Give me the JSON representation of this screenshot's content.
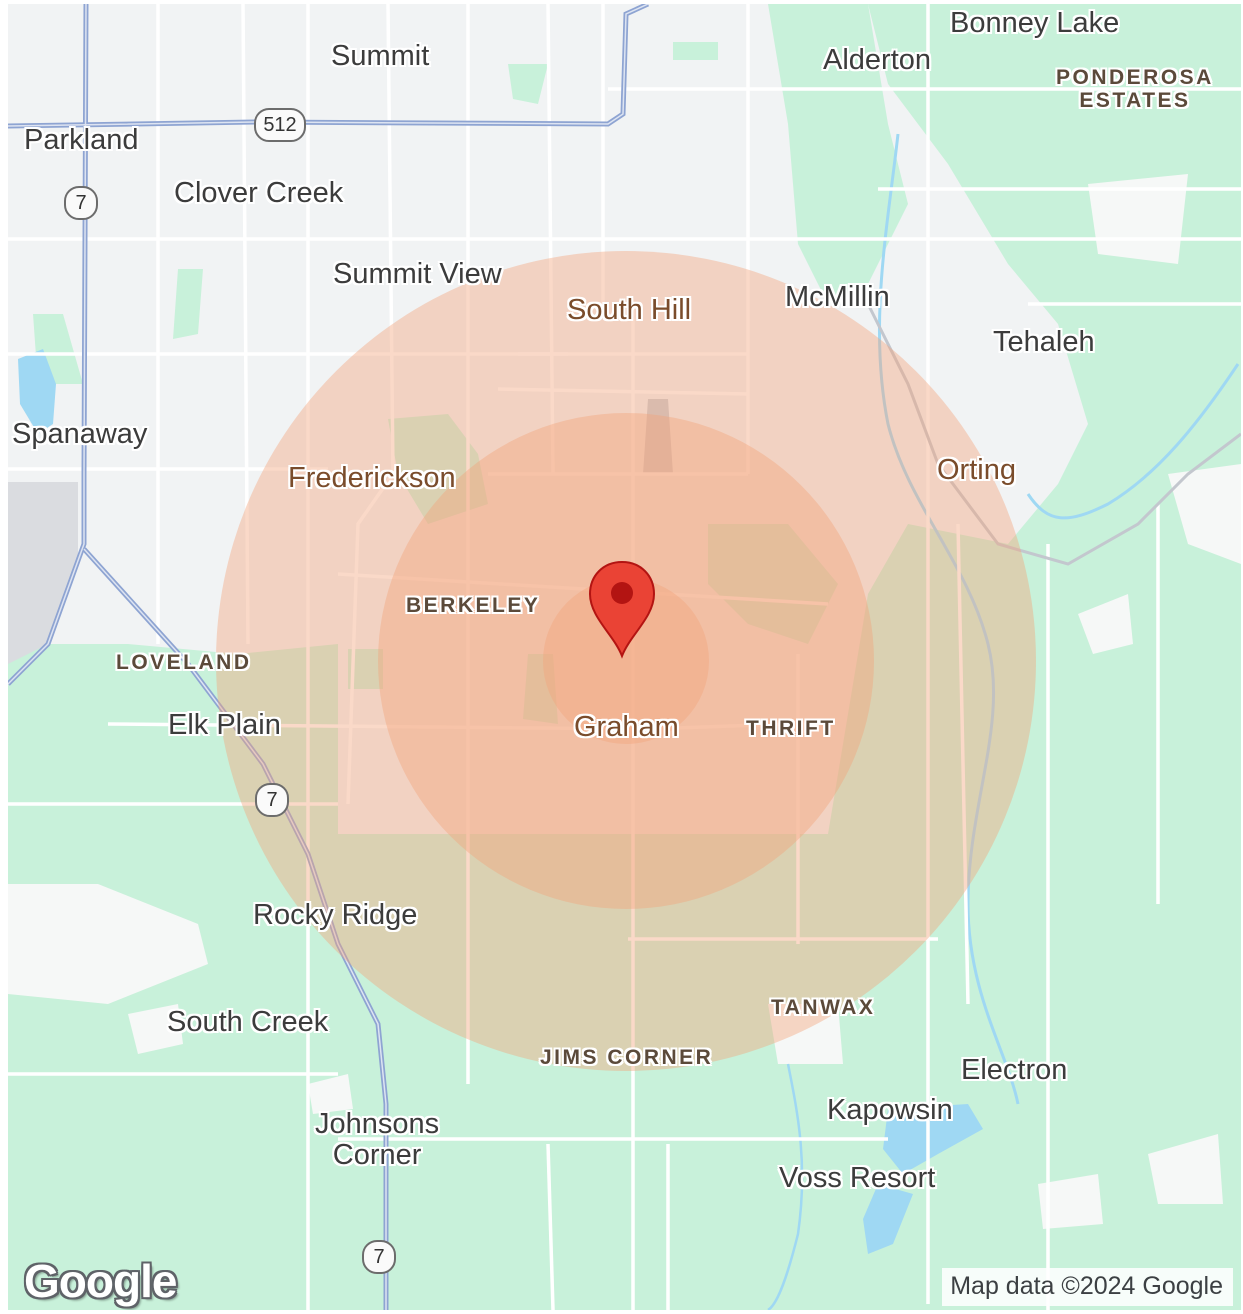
{
  "map": {
    "places": [
      {
        "id": "bonney-lake",
        "label": "Bonney Lake"
      },
      {
        "id": "alderton",
        "label": "Alderton"
      },
      {
        "id": "summit",
        "label": "Summit"
      },
      {
        "id": "ponderosa-estates",
        "label": "PONDEROSA\nESTATES"
      },
      {
        "id": "parkland",
        "label": "Parkland"
      },
      {
        "id": "clover-creek",
        "label": "Clover Creek"
      },
      {
        "id": "summit-view",
        "label": "Summit View"
      },
      {
        "id": "south-hill",
        "label": "South Hill"
      },
      {
        "id": "mcmillin",
        "label": "McMillin"
      },
      {
        "id": "tehaleh",
        "label": "Tehaleh"
      },
      {
        "id": "spanaway",
        "label": "Spanaway"
      },
      {
        "id": "frederickson",
        "label": "Frederickson"
      },
      {
        "id": "orting",
        "label": "Orting"
      },
      {
        "id": "berkeley",
        "label": "BERKELEY"
      },
      {
        "id": "loveland",
        "label": "LOVELAND"
      },
      {
        "id": "elk-plain",
        "label": "Elk Plain"
      },
      {
        "id": "graham",
        "label": "Graham"
      },
      {
        "id": "thrift",
        "label": "THRIFT"
      },
      {
        "id": "rocky-ridge",
        "label": "Rocky Ridge"
      },
      {
        "id": "tanwax",
        "label": "TANWAX"
      },
      {
        "id": "south-creek",
        "label": "South Creek"
      },
      {
        "id": "jims-corner",
        "label": "JIMS CORNER"
      },
      {
        "id": "electron",
        "label": "Electron"
      },
      {
        "id": "kapowsin",
        "label": "Kapowsin"
      },
      {
        "id": "johnsons-corner",
        "label": "Johnsons\nCorner"
      },
      {
        "id": "voss-resort",
        "label": "Voss Resort"
      }
    ],
    "route_shields": [
      {
        "id": "sr-512",
        "label": "512"
      },
      {
        "id": "sr-7-north",
        "label": "7"
      },
      {
        "id": "sr-7-middle",
        "label": "7"
      },
      {
        "id": "sr-7-south",
        "label": "7"
      }
    ],
    "marker": {
      "icon": "map-pin-icon",
      "color": "#ea4335"
    },
    "radius_rings_color": "#f4a47c",
    "colors": {
      "land": "#f1f3f4",
      "park": "#c9f0d9",
      "water": "#9fd8f3",
      "road": "#ffffff",
      "highway": "#8ea4d2"
    }
  },
  "branding": {
    "logo_text": "Google",
    "attribution": "Map data ©2024 Google"
  }
}
